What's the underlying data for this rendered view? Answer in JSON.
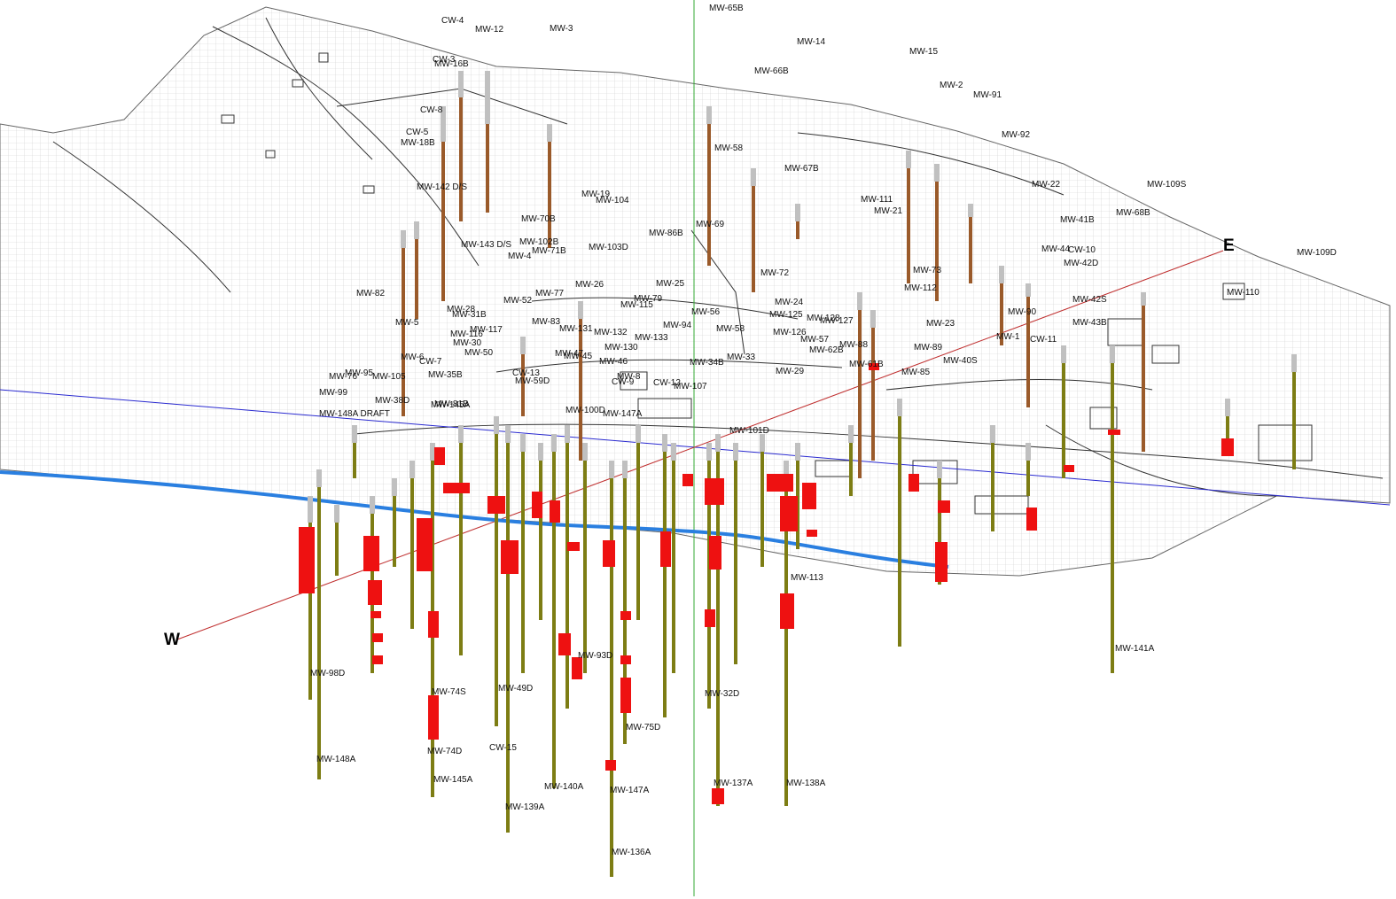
{
  "view": {
    "direction_labels": {
      "west": "W",
      "east": "E"
    }
  },
  "colors": {
    "background": "#ffffff",
    "terrain_mesh": "#c8c8c8",
    "terrain_outline": "#555555",
    "site_features": "#333333",
    "well_casing": "#c0c0c0",
    "well_screen_upper": "#9a5a2a",
    "well_screen_lower": "#7d7d14",
    "contamination_interval": "#ee1111",
    "groundwater_line": "#2a7fe0",
    "section_line_blue": "#2a2ad0",
    "section_line_red": "#c03030",
    "vertical_guide": "#33aa33",
    "label_text": "#111111"
  },
  "well_labels": [
    "MW-65B",
    "CW-4",
    "MW-12",
    "MW-3",
    "MW-14",
    "MW-15",
    "CW-3",
    "MW-16B",
    "MW-66B",
    "MW-2",
    "MW-91",
    "CW-8",
    "MW-92",
    "CW-5",
    "MW-18B",
    "MW-58",
    "MW-67B",
    "MW-142 D/S",
    "MW-109S",
    "MW-19",
    "MW-104",
    "MW-22",
    "MW-111",
    "MW-21",
    "MW-68B",
    "MW-70B",
    "MW-69",
    "MW-41B",
    "MW-143 D/S",
    "MW-102B",
    "MW-103D",
    "MW-86B",
    "MW-44",
    "CW-10",
    "MW-71B",
    "MW-4",
    "MW-42D",
    "MW-109D",
    "MW-25",
    "MW-72",
    "MW-73",
    "MW-82",
    "MW-112",
    "MW-110",
    "MW-77",
    "MW-26",
    "MW-79",
    "MW-52",
    "MW-24",
    "MW-42S",
    "MW-28",
    "MW-115",
    "MW-31B",
    "MW-56",
    "MW-90",
    "MW-5",
    "MW-128",
    "MW-43B",
    "MW-83",
    "MW-125",
    "MW-127",
    "MW-23",
    "MW-117",
    "MW-58",
    "MW-94",
    "MW-131",
    "MW-132",
    "MW-126",
    "MW-1",
    "CW-11",
    "MW-116",
    "MW-133",
    "MW-57",
    "MW-30",
    "MW-130",
    "MW-88",
    "MW-62B",
    "MW-89",
    "MW-50",
    "MW-47",
    "MW-45",
    "MW-33",
    "MW-40S",
    "MW-46",
    "MW-34B",
    "MW-61B",
    "MW-6",
    "CW-7",
    "MW-95",
    "MW-29",
    "MW-85",
    "MW-76",
    "CW-13",
    "MW-105",
    "MW-35B",
    "MW-8",
    "CW-9",
    "MW-59D",
    "CW-12",
    "MW-107",
    "MW-99",
    "MW-38D",
    "MW-81B",
    "MW-148A DRAFT",
    "MW-145A",
    "MW-147A",
    "MW-100D",
    "MW-101D",
    "MW-113",
    "MW-141A",
    "MW-93D",
    "MW-98D",
    "MW-74S",
    "MW-49D",
    "MW-32D",
    "MW-75D",
    "CW-15",
    "MW-74D",
    "MW-148A",
    "MW-137A",
    "MW-138A",
    "MW-145A",
    "MW-140A",
    "MW-147A",
    "MW-139A",
    "MW-136A"
  ]
}
